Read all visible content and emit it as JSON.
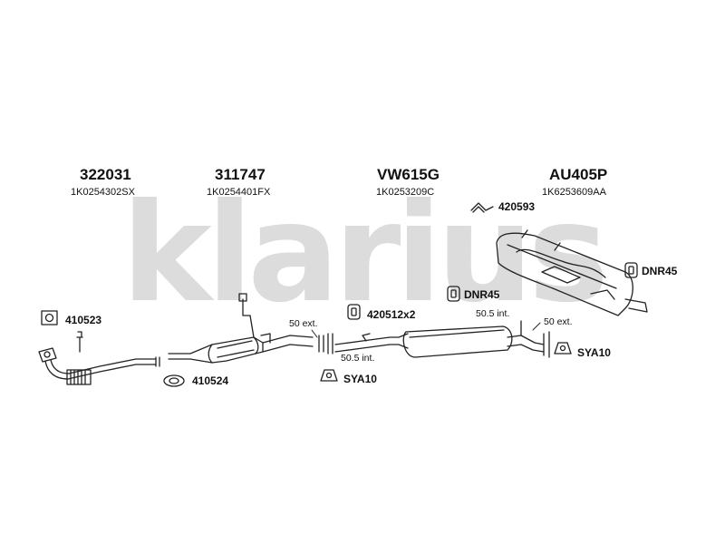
{
  "watermark": "klarius",
  "assemblies": [
    {
      "part": "322031",
      "oem": "1K0254302SX"
    },
    {
      "part": "311747",
      "oem": "1K0254401FX"
    },
    {
      "part": "VW615G",
      "oem": "1K0253209C"
    },
    {
      "part": "AU405P",
      "oem": "1K6253609AA"
    }
  ],
  "fittings": {
    "f420593": "420593",
    "dnr45_a": "DNR45",
    "dnr45_b": "DNR45",
    "f420512": "420512x2",
    "f410523": "410523",
    "f410524": "410524",
    "sya10_a": "SYA10",
    "sya10_b": "SYA10"
  },
  "notes": {
    "ext_50_a": "50 ext.",
    "int_50_5_a": "50.5 int.",
    "int_50_5_b": "50.5 int.",
    "ext_50_b": "50 ext."
  },
  "colors": {
    "line": "#222222",
    "watermark": "#dcdcdc"
  }
}
